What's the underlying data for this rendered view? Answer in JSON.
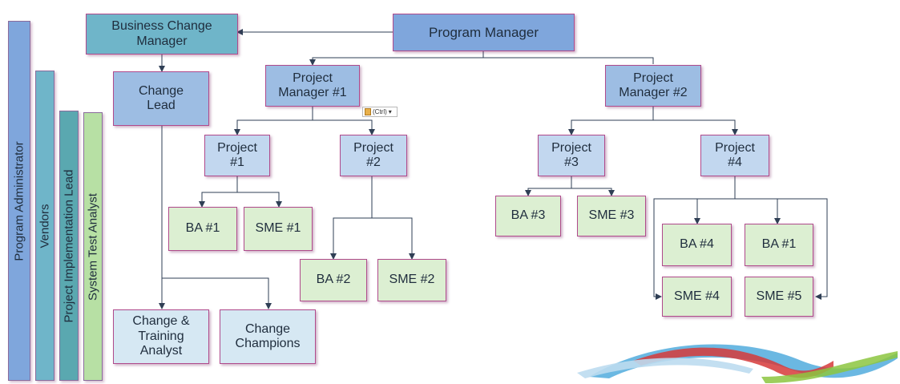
{
  "side_bars": {
    "program_administrator": "Program  Administrator",
    "vendors": "Vendors",
    "project_implementation_lead": "Project Implementation Lead",
    "system_test_analyst": "System Test Analyst"
  },
  "nodes": {
    "program_manager": "Program Manager",
    "business_change_manager": "Business Change\nManager",
    "change_lead": "Change\nLead",
    "project_manager_1": "Project\nManager #1",
    "project_manager_2": "Project\nManager #2",
    "project_1": "Project\n#1",
    "project_2": "Project\n#2",
    "project_3": "Project\n#3",
    "project_4": "Project\n#4",
    "ba_1": "BA #1",
    "sme_1": "SME #1",
    "ba_2": "BA #2",
    "sme_2": "SME #2",
    "ba_3": "BA #3",
    "sme_3": "SME #3",
    "ba_4": "BA #4",
    "ba_1_b": "BA #1",
    "sme_4": "SME #4",
    "sme_5": "SME #5",
    "change_training_analyst": "Change &\nTraining\nAnalyst",
    "change_champions": "Change\nChampions"
  },
  "paste_options": {
    "label": "(Ctrl)",
    "icon": "clipboard-icon"
  },
  "colors": {
    "program_manager": "#7fa6dc",
    "managers": "#9dbde3",
    "projects": "#c2d7ef",
    "team_members": "#dcefd2",
    "change_staff": "#d6e8f3",
    "business_change_manager": "#6fb5c9",
    "border": "#b04a8c",
    "connector": "#2f3f55"
  }
}
